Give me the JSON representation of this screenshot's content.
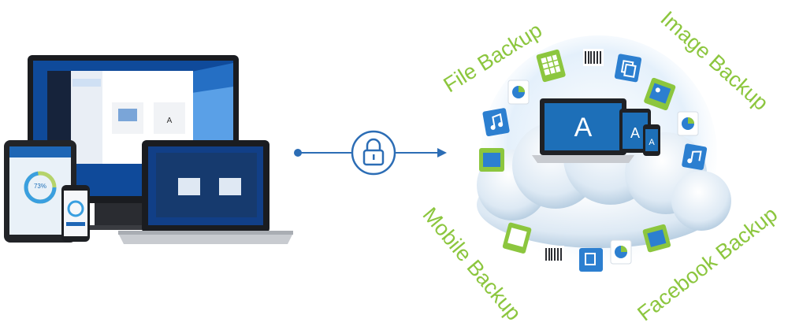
{
  "labels": {
    "file_backup": "File Backup",
    "image_backup": "Image Backup",
    "mobile_backup": "Mobile Backup",
    "facebook_backup": "Facebook Backup"
  },
  "devices": {
    "tablet_progress": "73%"
  },
  "colors": {
    "label_green": "#8cc63e",
    "accent_blue": "#1d6fb8",
    "arrow_blue": "#2c6db5"
  },
  "icons": [
    "lock-icon",
    "acronis-logo",
    "spreadsheet-icon",
    "barcode-icon",
    "copy-icon",
    "photo-icon",
    "pie-chart-icon",
    "music-icon"
  ]
}
